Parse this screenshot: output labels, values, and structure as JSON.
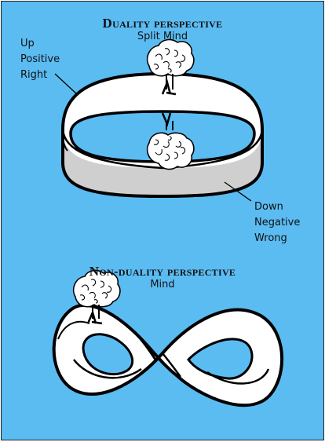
{
  "duality": {
    "title": "Duality perspective",
    "subtitle": "Split Mind",
    "top_labels": [
      "Up",
      "Positive",
      "Right"
    ],
    "bottom_labels": [
      "Down",
      "Negative",
      "Wrong"
    ]
  },
  "nonduality": {
    "title": "Non-duality perspective",
    "subtitle": "Mind"
  },
  "colors": {
    "background": "#5bbcf2",
    "band_outer": "#ffffff",
    "band_inner": "#cfcfcf",
    "outline": "#000000"
  }
}
